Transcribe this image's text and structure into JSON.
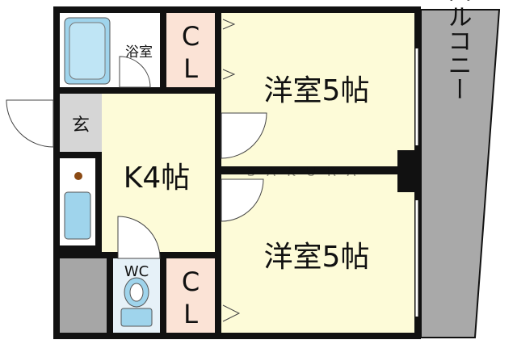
{
  "rooms": {
    "bath": "浴室",
    "closet_top_c": "C",
    "closet_top_l": "L",
    "western_room_1": "洋室5帖",
    "balcony": "バルコニー",
    "entrance": "玄",
    "kitchen": "K4帖",
    "western_room_2": "洋室5帖",
    "wc": "WC",
    "closet_bottom_c": "C",
    "closet_bottom_l": "L"
  },
  "colors": {
    "wall": "#111111",
    "western_room_fill": "#fdfbd8",
    "kitchen_fill": "#fdfbd8",
    "closet_fill": "#fbe3d6",
    "fixture_fill": "#9fd4ec",
    "balcony_fill": "#a9a9a9",
    "storage_fill": "#a6a6a6",
    "wc_floor_fill": "#e6f1f8"
  },
  "watermark": "SAKURA"
}
